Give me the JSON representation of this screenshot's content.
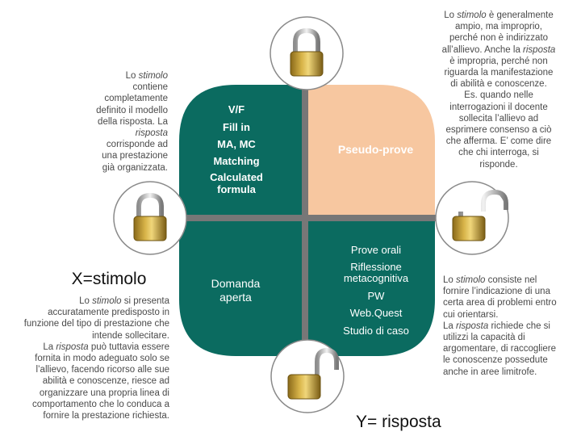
{
  "colors": {
    "teal": "#0b6b60",
    "peach": "#f7c7a0",
    "divider": "#777777"
  },
  "icons": {
    "lock_closed": "closed-padlock-icon",
    "lock_open": "open-padlock-icon"
  },
  "top_left_note": {
    "lines": [
      [
        {
          "t": "Lo "
        },
        {
          "t": "stimolo",
          "i": true
        }
      ],
      [
        {
          "t": "contiene"
        }
      ],
      [
        {
          "t": "completamente"
        }
      ],
      [
        {
          "t": "definito il modello"
        }
      ],
      [
        {
          "t": "della risposta. La"
        }
      ],
      [
        {
          "t": "risposta",
          "i": true
        }
      ],
      [
        {
          "t": "corrisponde ad"
        }
      ],
      [
        {
          "t": "una prestazione"
        }
      ],
      [
        {
          "t": "già organizzata."
        }
      ]
    ]
  },
  "top_right_note": {
    "lines": [
      [
        {
          "t": "Lo "
        },
        {
          "t": "stimolo",
          "i": true
        },
        {
          "t": " è generalmente"
        }
      ],
      [
        {
          "t": "ampio, ma improprio,"
        }
      ],
      [
        {
          "t": "perché non è indirizzato"
        }
      ],
      [
        {
          "t": "all’allievo. Anche la "
        },
        {
          "t": "risposta",
          "i": true
        }
      ],
      [
        {
          "t": "è impropria, perché non"
        }
      ],
      [
        {
          "t": "riguarda la manifestazione"
        }
      ],
      [
        {
          "t": "di abilità e conoscenze."
        }
      ],
      [
        {
          "t": "Es. quando nelle"
        }
      ],
      [
        {
          "t": "interrogazioni il docente"
        }
      ],
      [
        {
          "t": "sollecita l’allievo ad"
        }
      ],
      [
        {
          "t": "esprimere consenso a ciò"
        }
      ],
      [
        {
          "t": "che afferma. E’ come dire"
        }
      ],
      [
        {
          "t": "che chi interroga, si"
        }
      ],
      [
        {
          "t": "risponde."
        }
      ]
    ]
  },
  "bottom_left_note": {
    "heading": "X=stimolo",
    "lines": [
      [
        {
          "t": "Lo "
        },
        {
          "t": "stimolo",
          "i": true
        },
        {
          "t": " si presenta"
        }
      ],
      [
        {
          "t": "accuratamente predisposto in"
        }
      ],
      [
        {
          "t": "funzione del tipo di prestazione che"
        }
      ],
      [
        {
          "t": "intende sollecitare."
        }
      ],
      [
        {
          "t": "La "
        },
        {
          "t": "risposta",
          "i": true
        },
        {
          "t": " può tuttavia essere"
        }
      ],
      [
        {
          "t": "fornita in modo adeguato solo se"
        }
      ],
      [
        {
          "t": "l’allievo, facendo ricorso alle sue"
        }
      ],
      [
        {
          "t": "abilità e conoscenze, riesce ad"
        }
      ],
      [
        {
          "t": "organizzare una propria linea di"
        }
      ],
      [
        {
          "t": "comportamento che lo conduca a"
        }
      ],
      [
        {
          "t": "fornire la prestazione richiesta."
        }
      ]
    ]
  },
  "bottom_right_note": {
    "lines": [
      [
        {
          "t": "Lo "
        },
        {
          "t": "stimolo",
          "i": true
        },
        {
          "t": " consiste nel"
        }
      ],
      [
        {
          "t": "fornire l’indicazione di una"
        }
      ],
      [
        {
          "t": "certa area di problemi entro"
        }
      ],
      [
        {
          "t": "cui orientarsi."
        }
      ],
      [
        {
          "t": "La "
        },
        {
          "t": "risposta",
          "i": true
        },
        {
          "t": " richiede che si"
        }
      ],
      [
        {
          "t": "utilizzi la capacità di"
        }
      ],
      [
        {
          "t": "argomentare, di raccogliere"
        }
      ],
      [
        {
          "t": "le conoscenze possedute"
        }
      ],
      [
        {
          "t": "anche in aree limitrofe."
        }
      ]
    ]
  },
  "quadrants": {
    "top_left": [
      "V/F",
      "Fill in",
      "MA, MC",
      "Matching",
      "Calculated formula"
    ],
    "top_right": [
      "Pseudo-prove"
    ],
    "bottom_left": [
      "Domanda aperta"
    ],
    "bottom_right": [
      "Prove orali",
      "Riflessione metacognitiva",
      "PW",
      "Web.Quest",
      "Studio di caso"
    ]
  },
  "y_label": "Y= risposta"
}
